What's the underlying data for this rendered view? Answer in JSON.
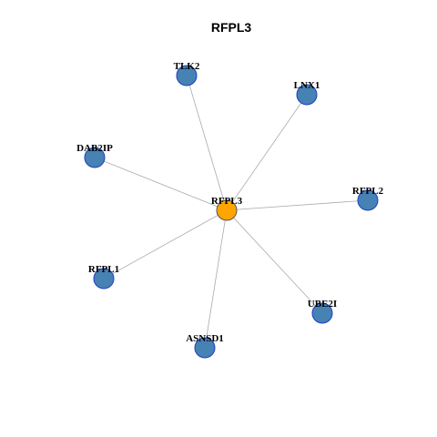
{
  "title": "RFPL3",
  "colors": {
    "center_fill": "#FFA500",
    "center_stroke": "#555555",
    "neighbor_fill": "#4682B4",
    "neighbor_stroke": "#1F3FBF",
    "edge": "#AAAAAA"
  },
  "graph": {
    "center": {
      "id": "RFPL3",
      "label": "RFPL3"
    },
    "neighbors": [
      {
        "id": "TLK2",
        "label": "TLK2"
      },
      {
        "id": "LNX1",
        "label": "LNX1"
      },
      {
        "id": "DAB2IP",
        "label": "DAB2IP"
      },
      {
        "id": "RFPL2",
        "label": "RFPL2"
      },
      {
        "id": "RFPL1",
        "label": "RFPL1"
      },
      {
        "id": "UBE2I",
        "label": "UBE2I"
      },
      {
        "id": "ASNSD1",
        "label": "ASNSD1"
      }
    ],
    "edges": [
      [
        "RFPL3",
        "TLK2"
      ],
      [
        "RFPL3",
        "LNX1"
      ],
      [
        "RFPL3",
        "DAB2IP"
      ],
      [
        "RFPL3",
        "RFPL2"
      ],
      [
        "RFPL3",
        "RFPL1"
      ],
      [
        "RFPL3",
        "UBE2I"
      ],
      [
        "RFPL3",
        "ASNSD1"
      ]
    ]
  }
}
